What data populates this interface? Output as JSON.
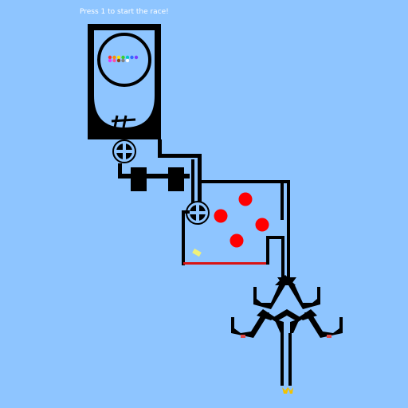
{
  "hud": {
    "start_hint": "Press 1 to start the race!"
  },
  "colors": {
    "background": "#8ec5ff",
    "track": "#000000",
    "obstacle": "#ff0000",
    "floor_line": "#d81414",
    "boost_pad": "#f0f07a",
    "finish_marker": "#f2c200",
    "goal_pad": "#e04a4a"
  },
  "racers": {
    "count": 12,
    "colors": [
      "#ff2d2d",
      "#ff8c00",
      "#ffe600",
      "#39d12b",
      "#00c8c8",
      "#2f6bff",
      "#7b3cff",
      "#e03cff",
      "#ff4fa0",
      "#8b4513",
      "#7f7f7f",
      "#ffffff"
    ]
  },
  "obstacles": {
    "count": 4,
    "color": "#ff0000"
  },
  "icons": {
    "spinner": "rotating-cross-wheel",
    "finish": "gold-flag-marker"
  }
}
